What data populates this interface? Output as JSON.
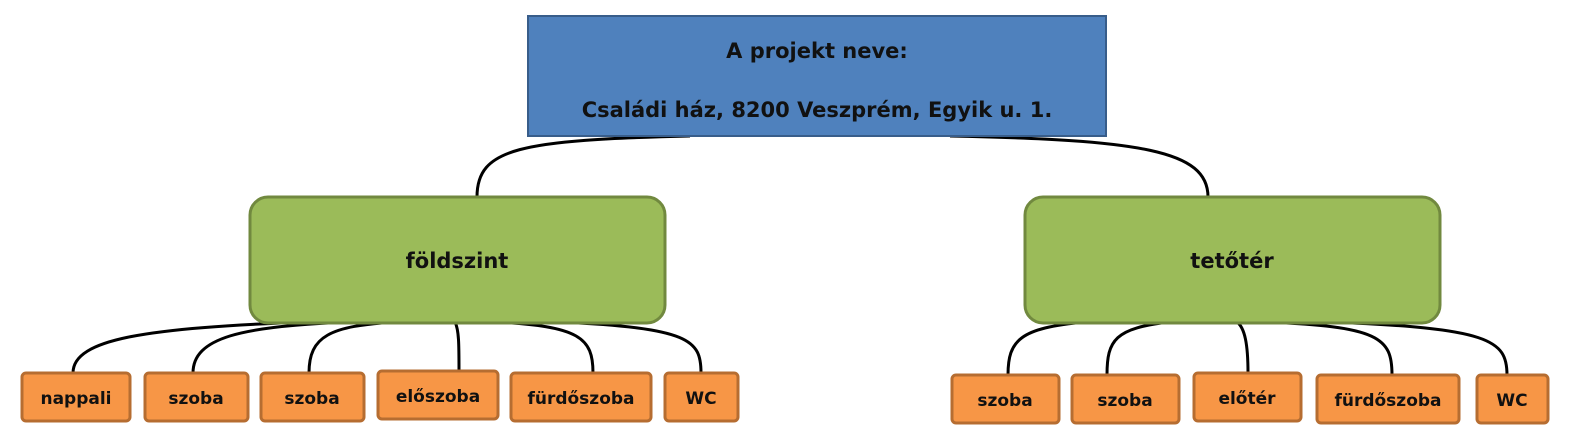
{
  "root": {
    "title": "A projekt neve:",
    "subtitle": "Családi ház, 8200 Veszprém, Egyik u. 1.",
    "color": "#4F81BD",
    "border": "#385D8A"
  },
  "levels": [
    {
      "label": "földszint",
      "rooms": [
        "nappali",
        "szoba",
        "szoba",
        "előszoba",
        "fürdőszoba",
        "WC"
      ]
    },
    {
      "label": "tetőtér",
      "rooms": [
        "szoba",
        "szoba",
        "előtér",
        "fürdőszoba",
        "WC"
      ]
    }
  ],
  "colors": {
    "level_fill": "#9BBB59",
    "level_border": "#71893F",
    "room_fill": "#F79646",
    "room_border": "#B66D31",
    "connector": "#000000"
  }
}
